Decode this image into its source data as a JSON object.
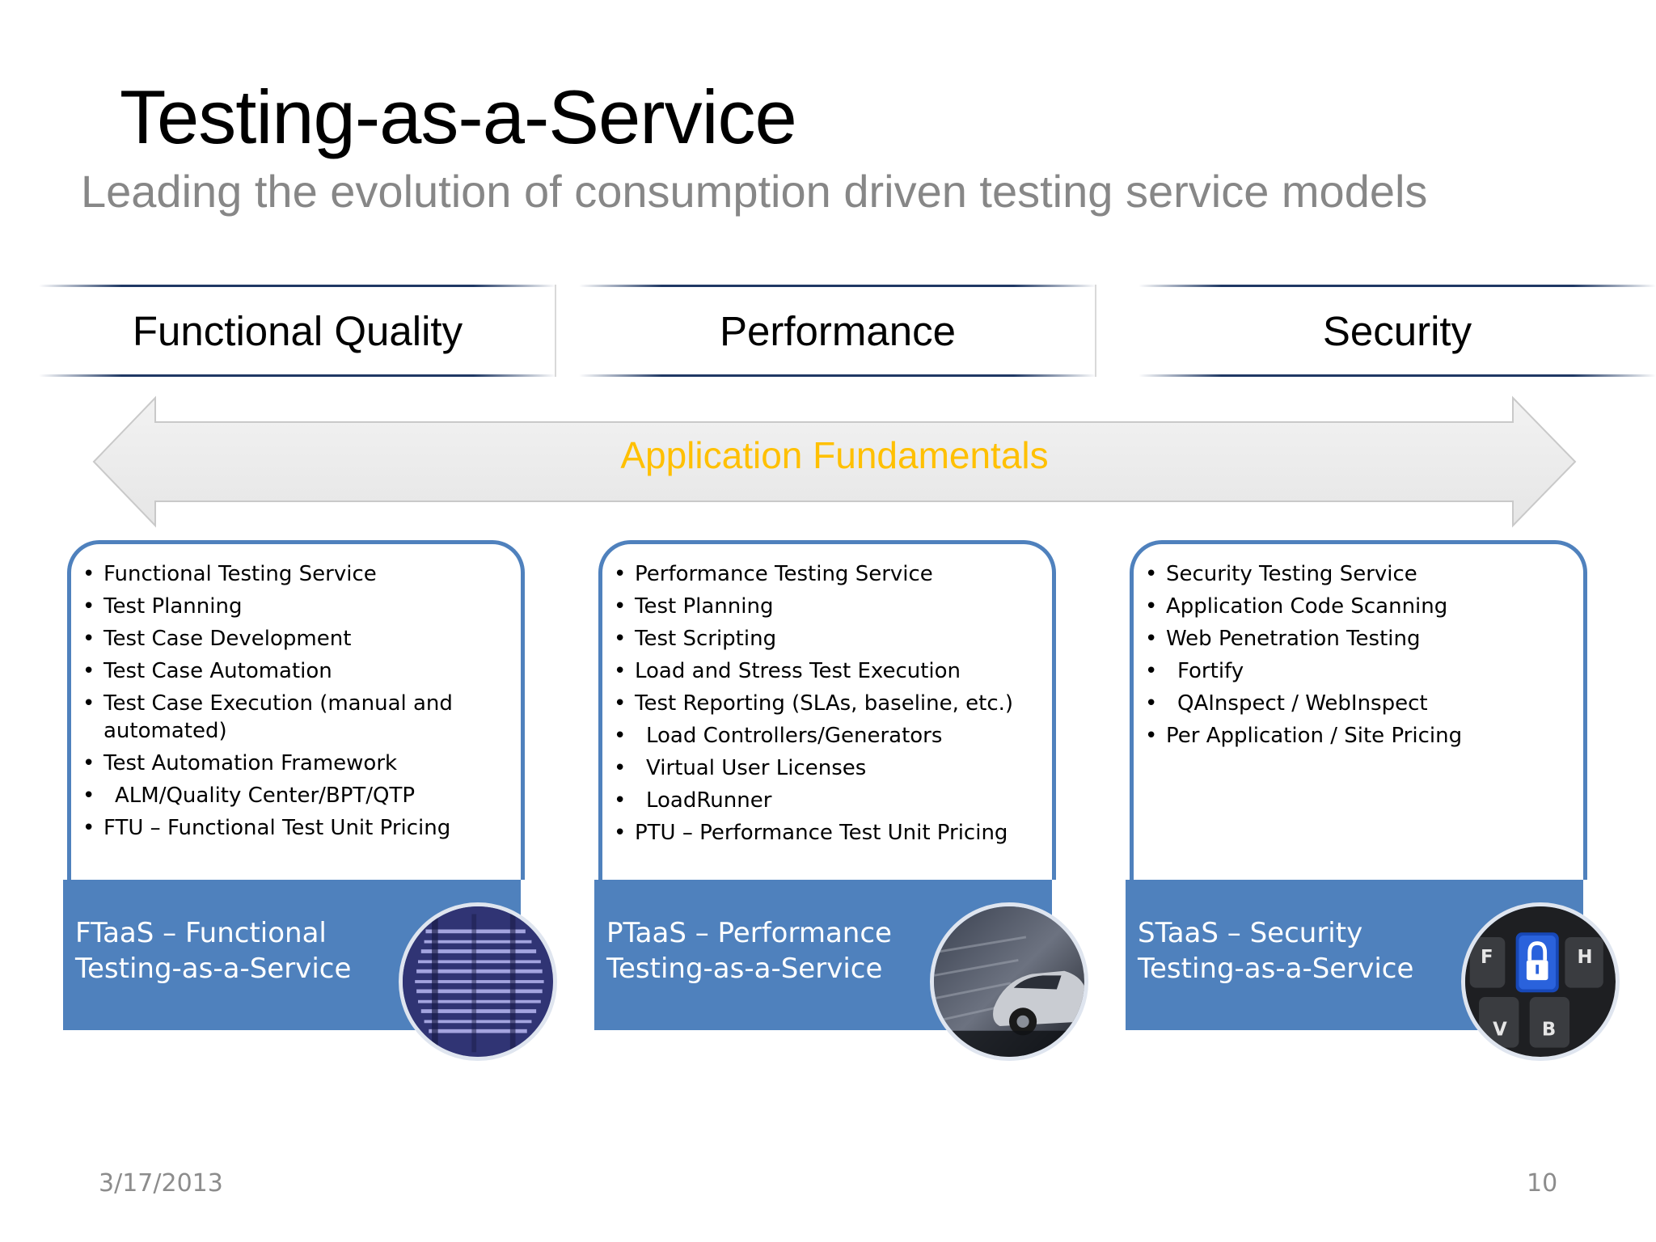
{
  "slide": {
    "title": "Testing-as-a-Service",
    "subtitle": "Leading the evolution of consumption driven testing service models"
  },
  "categories": [
    {
      "label": "Functional Quality"
    },
    {
      "label": "Performance"
    },
    {
      "label": "Security"
    }
  ],
  "fundamentals": {
    "label": "Application Fundamentals"
  },
  "cards": [
    {
      "items": [
        "Functional Testing Service",
        "Test Planning",
        "Test Case Development",
        "Test Case Automation",
        "Test Case Execution (manual and automated)",
        "Test Automation Framework",
        "ALM/Quality Center/BPT/QTP",
        "FTU – Functional Test Unit Pricing"
      ],
      "footer_line1": "FTaaS – Functional",
      "footer_line2": "Testing-as-a-Service",
      "image_icon": "server-lights-photo"
    },
    {
      "items": [
        "Performance Testing Service",
        "Test Planning",
        "Test Scripting",
        "Load and Stress Test Execution",
        "Test Reporting (SLAs, baseline, etc.)",
        "Load Controllers/Generators",
        "Virtual User Licenses",
        "LoadRunner",
        "PTU – Performance Test Unit Pricing"
      ],
      "footer_line1": "PTaaS – Performance",
      "footer_line2": "Testing-as-a-Service",
      "image_icon": "speeding-car-photo"
    },
    {
      "items": [
        "Security Testing Service",
        "Application Code Scanning",
        "Web Penetration Testing",
        "Fortify",
        "QAInspect / WebInspect",
        "Per Application / Site Pricing"
      ],
      "footer_line1": "STaaS – Security",
      "footer_line2": "Testing-as-a-Service",
      "image_icon": "keyboard-lock-photo",
      "keyboard_keys": [
        "F",
        "H",
        "V",
        "B"
      ]
    }
  ],
  "footer": {
    "date": "3/17/2013",
    "page": "10"
  },
  "colors": {
    "accent_blue": "#4f81bd",
    "header_rule": "#1f3864",
    "fundamentals_text": "#ffc000",
    "subtitle_gray": "#878787"
  }
}
